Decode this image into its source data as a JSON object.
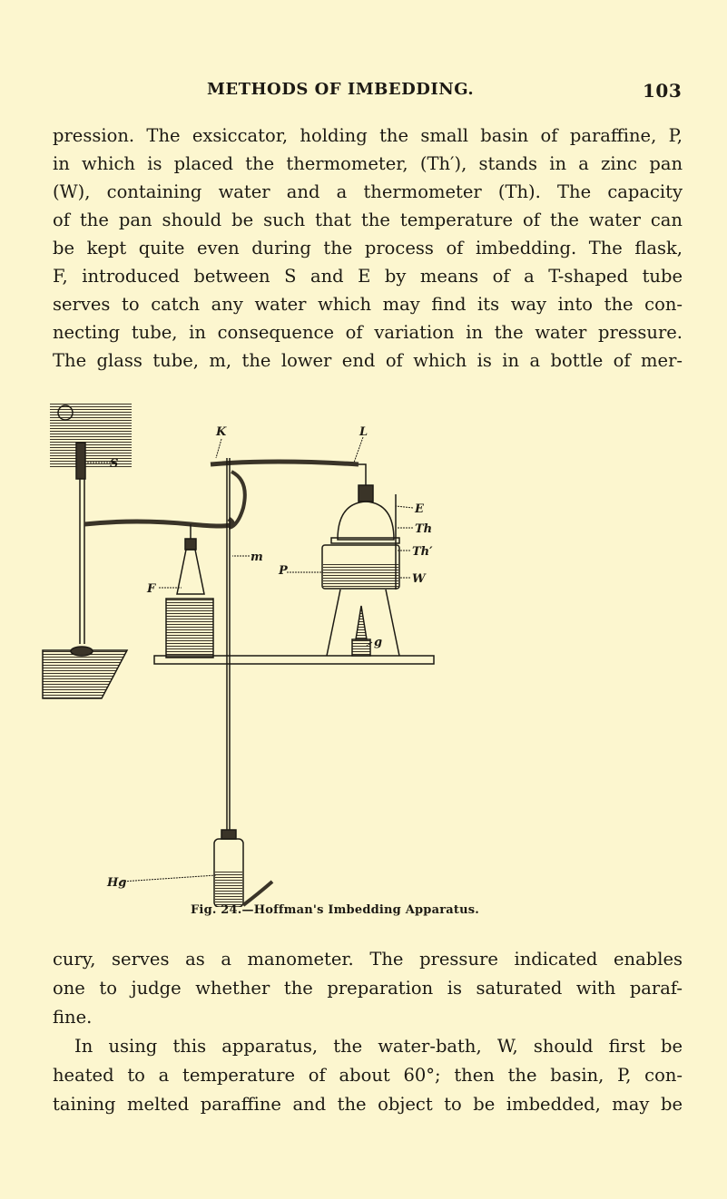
{
  "header": {
    "running_title": "METHODS OF IMBEDDING.",
    "page_number": "103"
  },
  "para1": [
    "pression. The exsiccator, holding the small basin of paraffine, P,",
    "in which is placed the thermometer, (Th′), stands in a zinc pan",
    "(W), containing water and a thermometer (Th). The capacity",
    "of the pan should be such that the temperature of the water can",
    "be kept quite even during the process of imbedding. The flask,",
    "F, introduced between S and E by means of a T-shaped tube",
    "serves to catch any water which may find its way into the con-",
    "necting tube, in consequence of variation in the water pressure.",
    "The glass tube, m, the lower end of which is in a bottle of mer-"
  ],
  "figure": {
    "caption": "Fig. 24.—Hoffman's Imbedding Apparatus.",
    "labels": {
      "S": "S",
      "K": "K",
      "L": "L",
      "E": "E",
      "Th": "Th",
      "Th2": "Th′",
      "W": "W",
      "P": "P",
      "F": "F",
      "m": "m",
      "g": "g",
      "Hg": "Hg"
    }
  },
  "para2": [
    "cury, serves as a manometer. The pressure indicated enables",
    "one to judge whether the preparation is saturated with paraf-",
    "fine.",
    "In using this apparatus, the water-bath, W, should first be",
    "heated to a temperature of about 60°; then the basin, P, con-",
    "taining melted paraffine and the object to be imbedded, may be"
  ]
}
